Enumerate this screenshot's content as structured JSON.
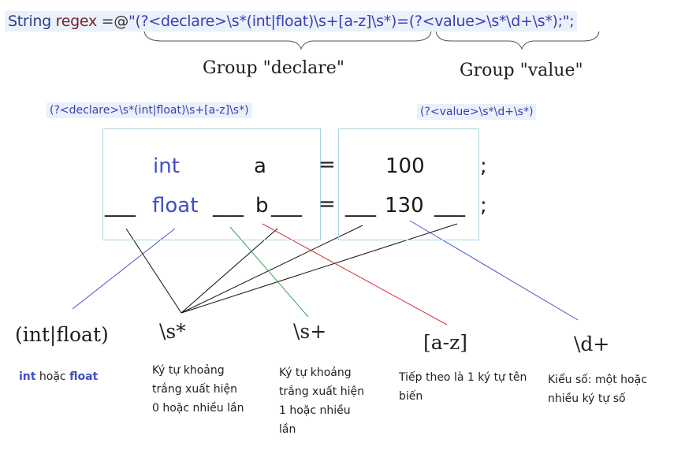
{
  "code_line": {
    "kw": "String",
    "var": "regex",
    "eq": "=",
    "at": "@",
    "open": "\"",
    "group1": "(?<declare>\\s*(int|float)\\s+[a-z]\\s*)",
    "mid_eq": "=",
    "group2": "(?<value>\\s*\\d+\\s*)",
    "tail": ";\";"
  },
  "groups": {
    "declare_title": "Group \"declare\"",
    "value_title": "Group \"value\"",
    "declare_regex": "(?<declare>\\s*(int|float)\\s+[a-z]\\s*)",
    "value_regex": "(?<value>\\s*\\d+\\s*)"
  },
  "example": {
    "row1": {
      "type": "int",
      "name": "a",
      "eq": "=",
      "value": "100",
      "semi": ";"
    },
    "row2": {
      "pre": "___",
      "type": "float",
      "gap1": "___",
      "name": "b",
      "gap2": "___",
      "eq": "=",
      "pre_value": "___",
      "value": "130",
      "post_value": "___",
      "semi": ";"
    }
  },
  "explanations": [
    {
      "head": "(int|float)",
      "desc_b1": "int",
      "desc_mid": " hoặc ",
      "desc_b2": "float"
    },
    {
      "head": "\\s*",
      "desc": "Ký tự khoảng trắng xuất hiện 0 hoặc nhiều lần"
    },
    {
      "head": "\\s+",
      "desc": "Ký tự khoảng trắng xuất hiện 1 hoặc nhiều lần"
    },
    {
      "head": "[a-z]",
      "desc": "Tiếp theo là 1 ký tự tên biến"
    },
    {
      "head": "\\d+",
      "desc": "Kiểu số: một hoặc nhiều ký tự số"
    }
  ],
  "colors": {
    "blue_line": "#4b55c8",
    "green_line": "#3aa65a",
    "red_line": "#d8333a",
    "black_line": "#111111",
    "box_border": "#a7d4dc"
  }
}
